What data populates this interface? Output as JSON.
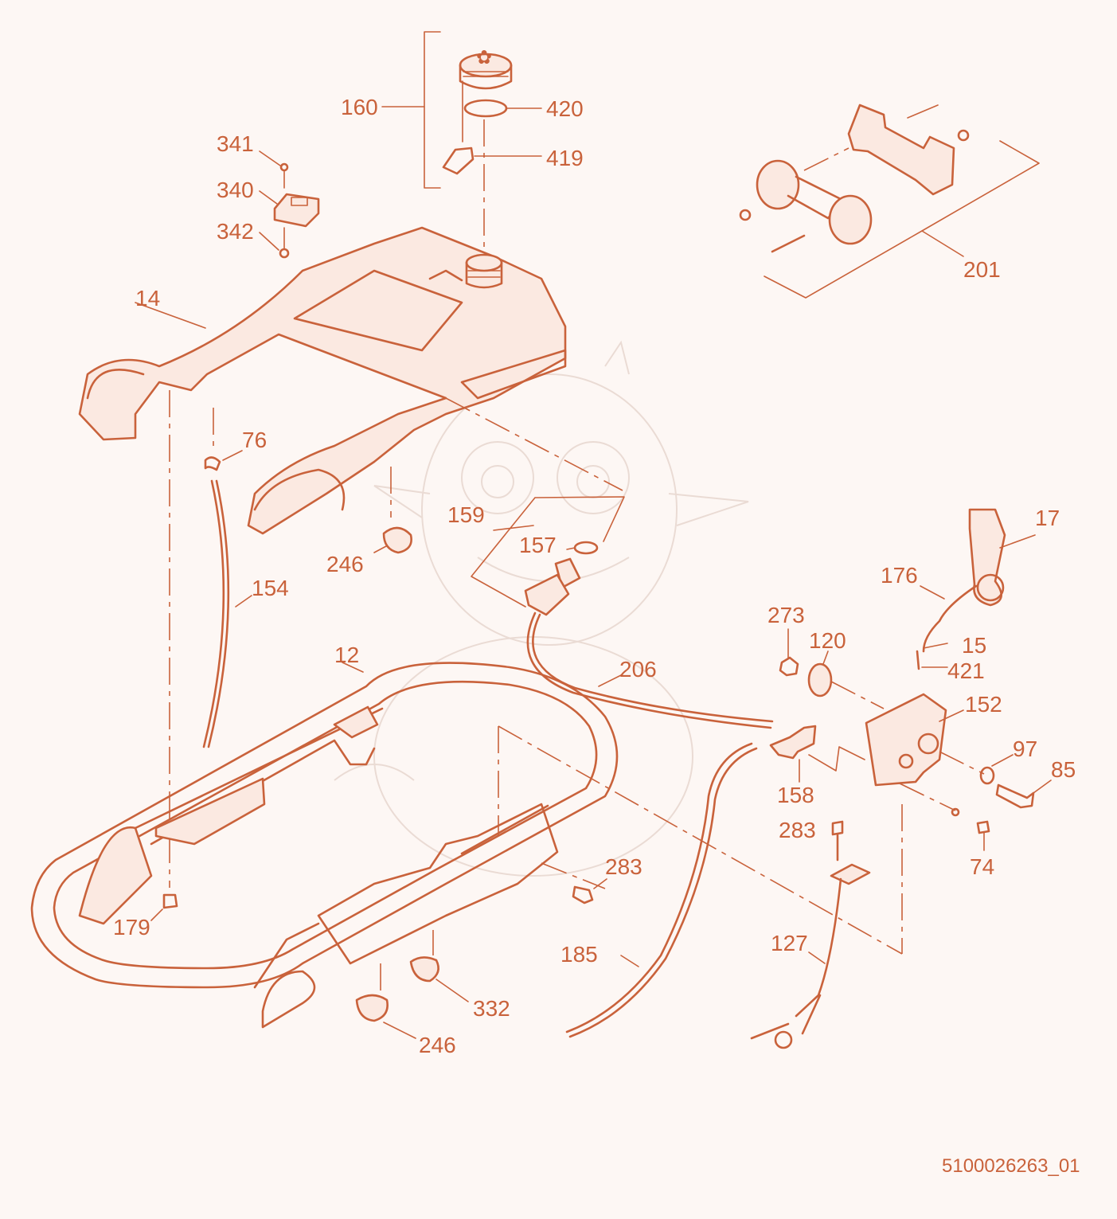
{
  "labels": {
    "p160": "160",
    "p420": "420",
    "p419": "419",
    "p341": "341",
    "p340": "340",
    "p342": "342",
    "p201": "201",
    "p14": "14",
    "p76": "76",
    "p159": "159",
    "p157": "157",
    "p246a": "246",
    "p154": "154",
    "p17": "17",
    "p176": "176",
    "p273": "273",
    "p120": "120",
    "p15": "15",
    "p421": "421",
    "p12": "12",
    "p206": "206",
    "p152": "152",
    "p97": "97",
    "p85": "85",
    "p158": "158",
    "p283a": "283",
    "p74": "74",
    "p283b": "283",
    "p179": "179",
    "p127": "127",
    "p185": "185",
    "p332": "332",
    "p246b": "246"
  },
  "reference_number": "5100026263_01",
  "colors": {
    "line": "#c9623b",
    "background": "#fdf7f4"
  }
}
